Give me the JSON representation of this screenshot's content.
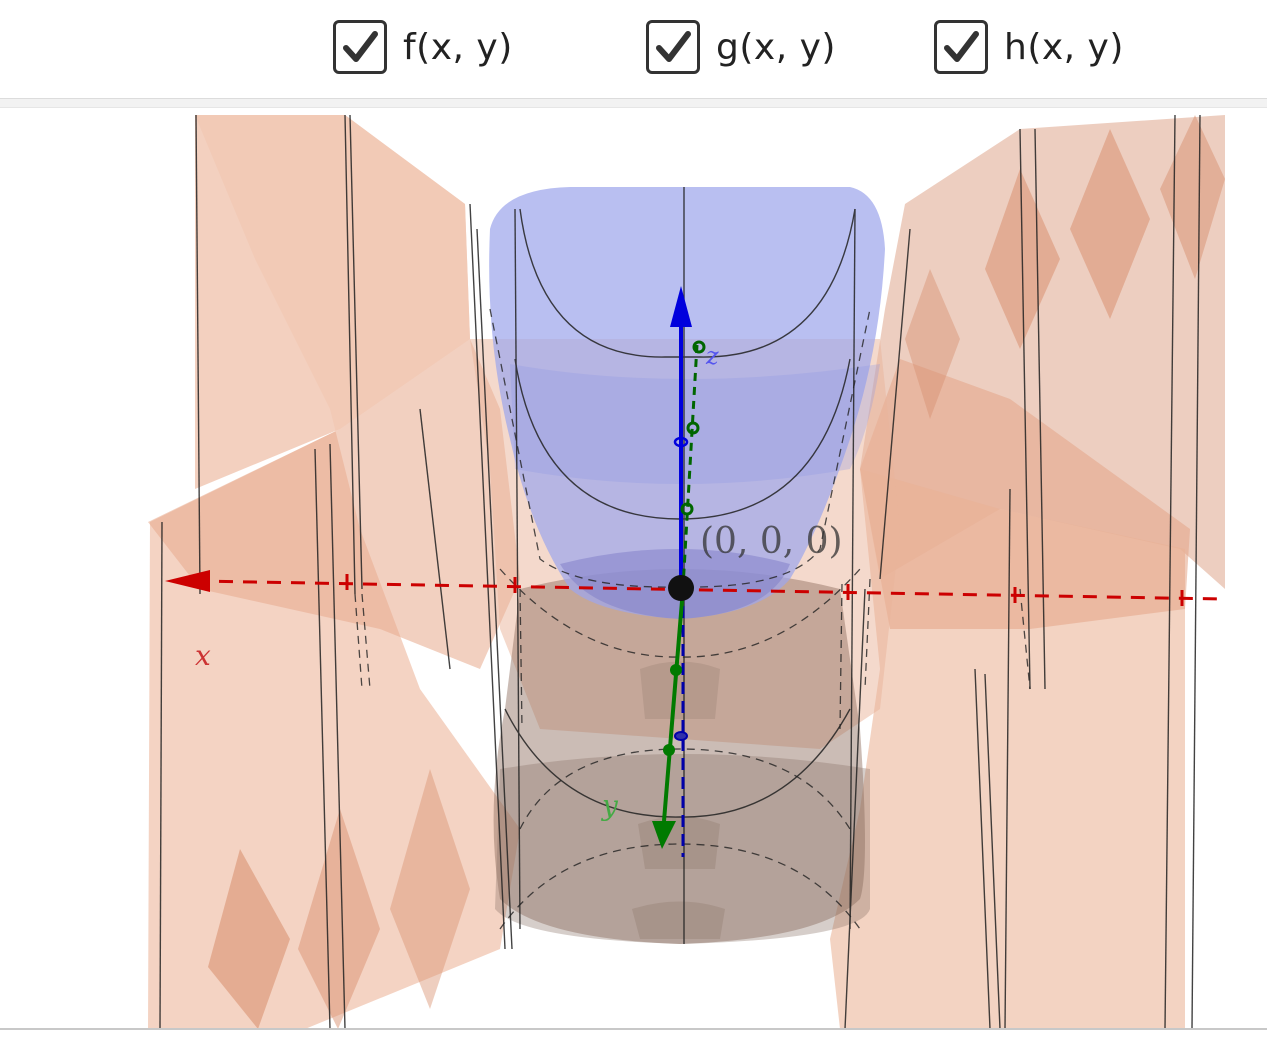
{
  "toolbar": {
    "checkboxes": [
      {
        "label": "f(x, y)",
        "checked": true
      },
      {
        "label": "g(x, y)",
        "checked": true
      },
      {
        "label": "h(x, y)",
        "checked": true
      }
    ]
  },
  "graphics": {
    "axes": {
      "x": "x",
      "y": "y",
      "z": "z"
    },
    "origin_label": "(0, 0, 0)",
    "colors": {
      "x_axis": "#cc0000",
      "y_axis": "#007a00",
      "z_axis": "#0000dd",
      "surface_orange": "#e8a484",
      "surface_blue": "#a8aef0",
      "surface_brown": "#8b7060"
    }
  }
}
